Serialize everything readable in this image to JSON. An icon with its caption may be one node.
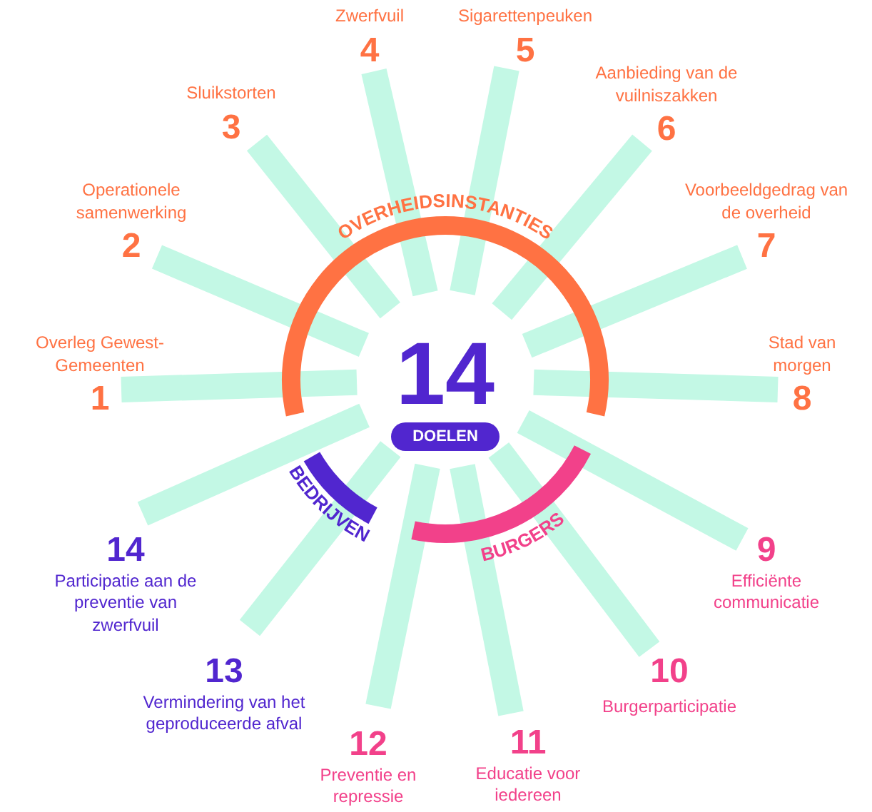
{
  "diagram": {
    "nodes": [
      {
        "text": [
          "Overleg Gewest-Gemeenten",
          "1"
        ]
      },
      {
        "text": [
          "Operationele samenwerking",
          "2"
        ]
      },
      {
        "text": [
          "Sluikstorten",
          "3"
        ]
      },
      {
        "text": [
          "Zwerfvuil",
          "4"
        ]
      },
      {
        "text": [
          "Sigarettenpeuken",
          "5"
        ]
      },
      {
        "text": [
          "Aanbieding van de vuilniszakken",
          "6"
        ]
      },
      {
        "text": [
          "Voorbeeldgedrag van de overheid",
          "7"
        ]
      },
      {
        "text": [
          "Stad van morgen",
          "8"
        ]
      },
      {
        "text": [
          "9",
          "Efficiënte communicatie"
        ]
      },
      {
        "text": [
          "10",
          "Burgerparticipatie"
        ]
      },
      {
        "text": [
          "11",
          "Educatie voor iedereen"
        ]
      },
      {
        "text": [
          "12",
          "Preventie en repressie"
        ]
      },
      {
        "text": [
          "13",
          "Vermindering van het geproduceerde afval"
        ]
      },
      {
        "text": [
          "14",
          "Participatie aan de preventie van zwerfvuil"
        ]
      }
    ],
    "labels": [
      "14",
      "DOELEN",
      "OVERHEIDSINSTANTIES",
      "BEDRIJVEN",
      "BURGERS"
    ]
  }
}
